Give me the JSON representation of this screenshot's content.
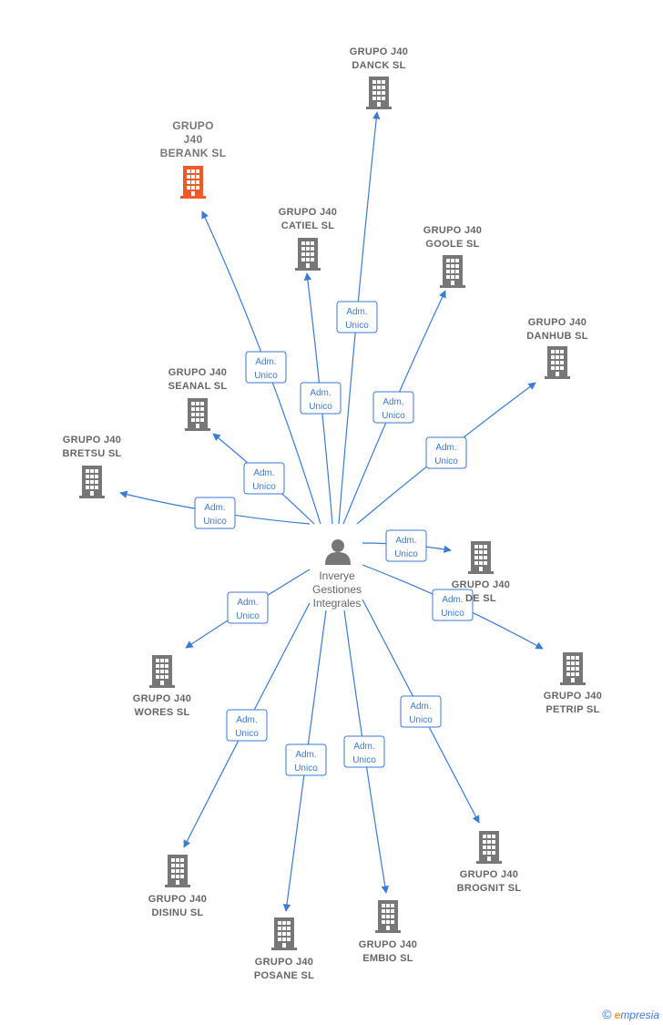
{
  "center": {
    "label": [
      "Inverye",
      "Gestiones",
      "Integrales"
    ]
  },
  "edge_label": [
    "Adm.",
    "Unico"
  ],
  "colors": {
    "edge": "#3a7bd5",
    "building": "#777777",
    "building_main": "#f05a28"
  },
  "nodes": [
    {
      "id": "berank",
      "label": [
        "GRUPO",
        "J40",
        "BERANK SL"
      ],
      "main": true
    },
    {
      "id": "danck",
      "label": [
        "GRUPO J40",
        "DANCK SL"
      ]
    },
    {
      "id": "catiel",
      "label": [
        "GRUPO J40",
        "CATIEL SL"
      ]
    },
    {
      "id": "goole",
      "label": [
        "GRUPO J40",
        "GOOLE SL"
      ]
    },
    {
      "id": "danhub",
      "label": [
        "GRUPO J40",
        "DANHUB SL"
      ]
    },
    {
      "id": "seanal",
      "label": [
        "GRUPO J40",
        "SEANAL SL"
      ]
    },
    {
      "id": "bretsu",
      "label": [
        "GRUPO J40",
        "BRETSU SL"
      ]
    },
    {
      "id": "de",
      "label": [
        "GRUPO J40",
        "DE SL"
      ]
    },
    {
      "id": "petrip",
      "label": [
        "GRUPO J40",
        "PETRIP SL"
      ]
    },
    {
      "id": "wores",
      "label": [
        "GRUPO J40",
        "WORES SL"
      ]
    },
    {
      "id": "brognit",
      "label": [
        "GRUPO J40",
        "BROGNIT SL"
      ]
    },
    {
      "id": "disinu",
      "label": [
        "GRUPO J40",
        "DISINU SL"
      ]
    },
    {
      "id": "embio",
      "label": [
        "GRUPO J40",
        "EMBIO SL"
      ]
    },
    {
      "id": "posane",
      "label": [
        "GRUPO J40",
        "POSANE SL"
      ]
    }
  ],
  "footer": {
    "copyright": "©",
    "brand_initial": "e",
    "brand_rest": "mpresia"
  }
}
